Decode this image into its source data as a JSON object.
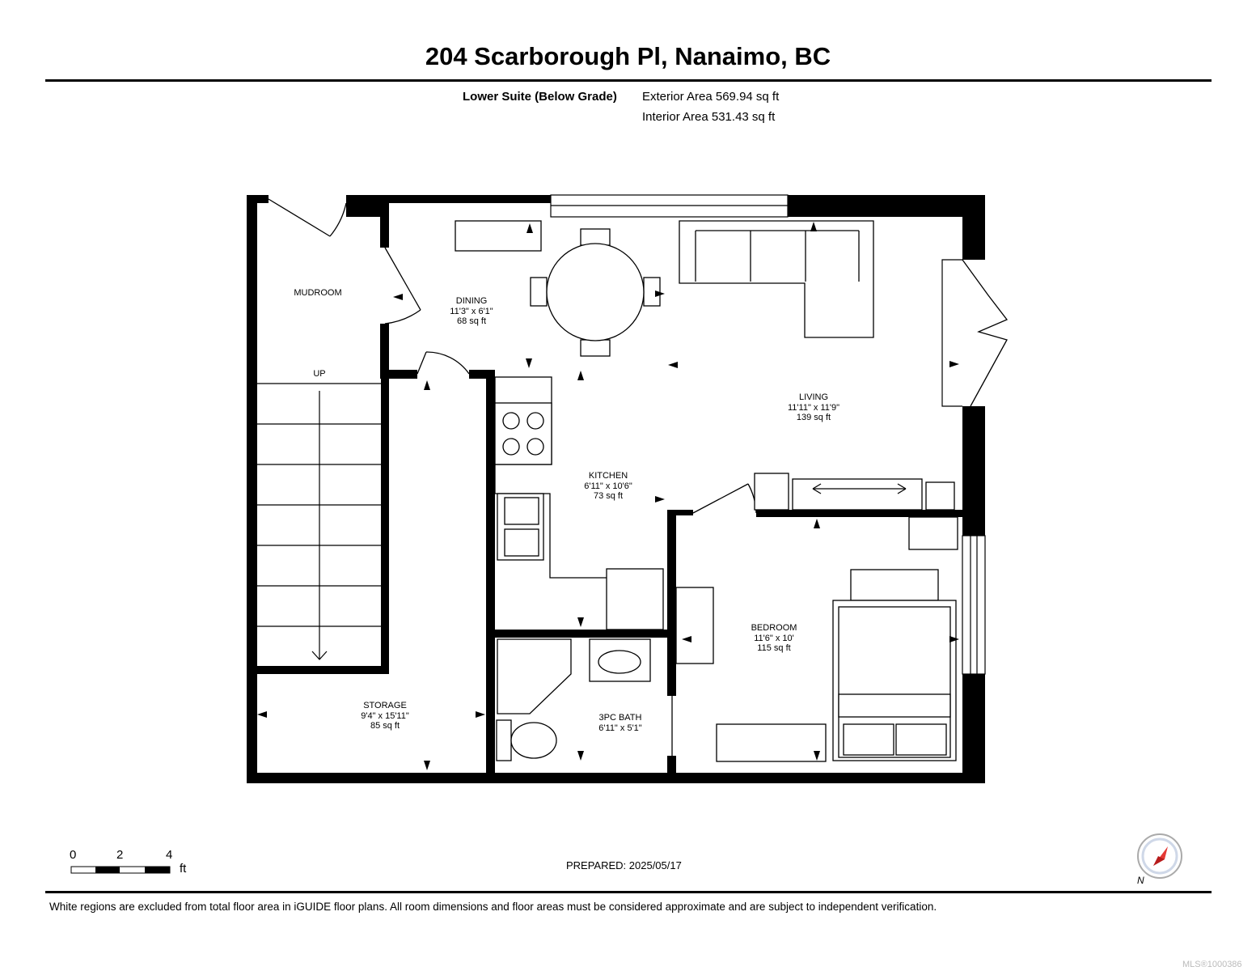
{
  "header": {
    "title": "204 Scarborough Pl, Nanaimo, BC",
    "suite": "Lower Suite (Below Grade)",
    "exterior_area": "Exterior Area 569.94 sq ft",
    "interior_area": "Interior Area 531.43 sq ft"
  },
  "rooms": {
    "mudroom": {
      "name": "MUDROOM"
    },
    "dining": {
      "name": "DINING",
      "dims": "11'3\" x 6'1\"",
      "area": "68 sq ft"
    },
    "living": {
      "name": "LIVING",
      "dims": "11'11\" x 11'9\"",
      "area": "139 sq ft"
    },
    "kitchen": {
      "name": "KITCHEN",
      "dims": "6'11\" x 10'6\"",
      "area": "73 sq ft"
    },
    "bedroom": {
      "name": "BEDROOM",
      "dims": "11'6\" x 10'",
      "area": "115 sq ft"
    },
    "storage": {
      "name": "STORAGE",
      "dims": "9'4\" x 15'11\"",
      "area": "85 sq ft"
    },
    "bath": {
      "name": "3PC BATH",
      "dims": "6'11\" x 5'1\"",
      "area": ""
    },
    "stairs": {
      "name": "UP"
    }
  },
  "scale": {
    "labels": [
      "0",
      "2",
      "4"
    ],
    "unit": "ft"
  },
  "compass_label": "N",
  "prepared": "PREPARED: 2025/05/17",
  "footer_note": "White regions are excluded from total floor area in iGUIDE floor plans. All room dimensions and floor areas must be considered approximate and are subject to independent verification.",
  "watermark": "MLS®1000386"
}
